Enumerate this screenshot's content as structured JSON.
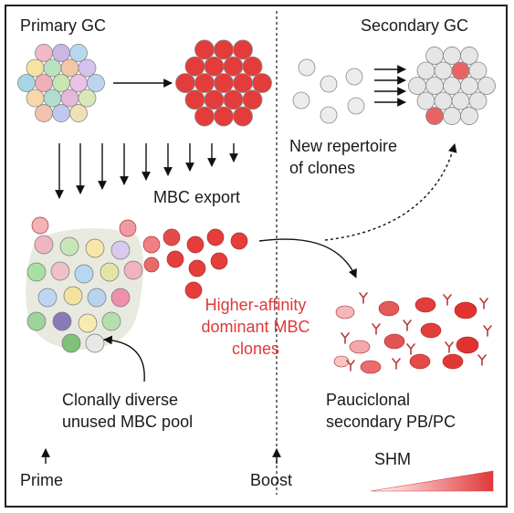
{
  "labels": {
    "primary_gc": "Primary GC",
    "secondary_gc": "Secondary GC",
    "new_repertoire_1": "New repertoire",
    "new_repertoire_2": "of clones",
    "mbc_export": "MBC export",
    "higher_affinity_1": "Higher-affinity",
    "higher_affinity_2": "dominant MBC",
    "higher_affinity_3": "clones",
    "clonally_diverse_1": "Clonally diverse",
    "clonally_diverse_2": "unused MBC pool",
    "pauciclonal_1": "Pauciclonal",
    "pauciclonal_2": "secondary PB/PC",
    "prime": "Prime",
    "boost": "Boost",
    "shm": "SHM"
  },
  "colors": {
    "dominant_red": "#e0383a",
    "light_gray_cell": "#e6e6e6",
    "pool_background": "#e9eadf",
    "divider": "#555555",
    "text": "#1a1a1a"
  }
}
